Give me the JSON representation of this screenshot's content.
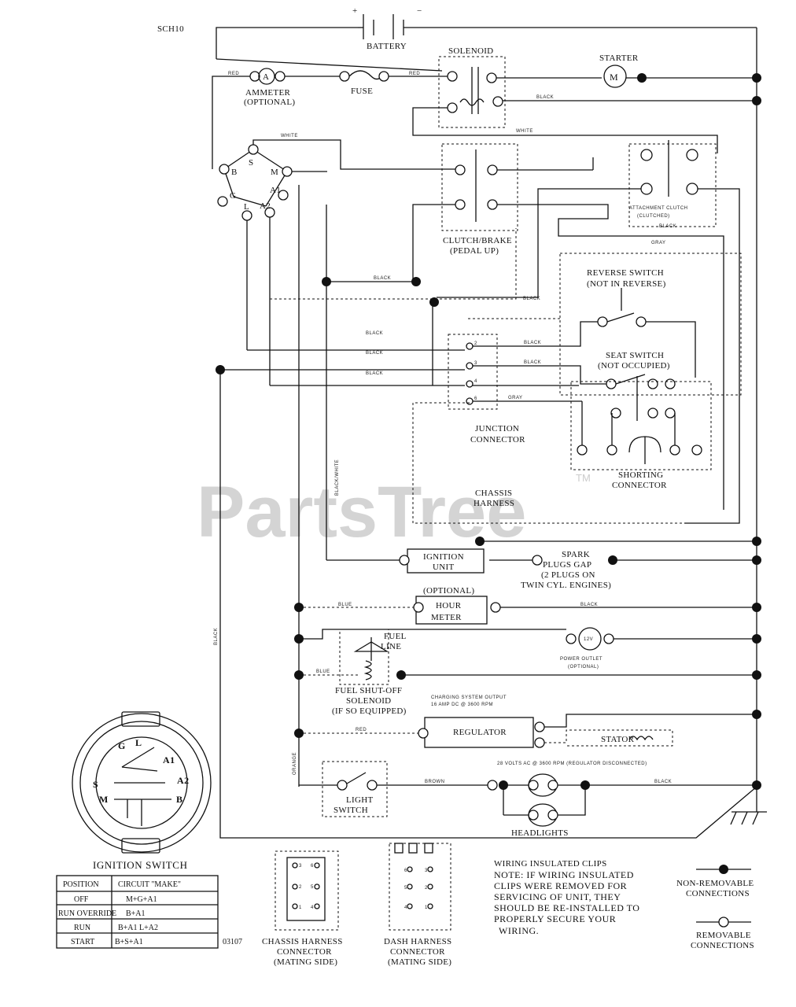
{
  "drawing_id": "SCH10",
  "watermark": {
    "brand": "PartsTree",
    "tm": "TM"
  },
  "components": {
    "battery": "BATTERY",
    "solenoid": "SOLENOID",
    "starter": "STARTER",
    "ammeter": [
      "AMMETER",
      "(OPTIONAL)"
    ],
    "fuse": "FUSE",
    "attachment_clutch": [
      "ATTACHMENT CLUTCH",
      "(CLUTCHED)"
    ],
    "clutch_brake": [
      "CLUTCH/BRAKE",
      "(PEDAL UP)"
    ],
    "reverse_switch": [
      "REVERSE SWITCH",
      "(NOT IN REVERSE)"
    ],
    "seat_switch": [
      "SEAT SWITCH",
      "(NOT OCCUPIED)"
    ],
    "junction_connector": [
      "JUNCTION",
      "CONNECTOR"
    ],
    "shorting_connector": [
      "SHORTING",
      "CONNECTOR"
    ],
    "chassis_harness": [
      "CHASSIS",
      "HARNESS"
    ],
    "ignition_unit": [
      "IGNITION",
      "UNIT"
    ],
    "spark_plugs": [
      "SPARK",
      "PLUGS GAP",
      "(2 PLUGS ON",
      "TWIN CYL. ENGINES)"
    ],
    "hour_meter": [
      "(OPTIONAL)",
      "HOUR",
      "METER"
    ],
    "fuel_line": [
      "FUEL",
      "LINE"
    ],
    "power_outlet": [
      "POWER OUTLET",
      "(OPTIONAL)"
    ],
    "power_outlet_rating": "12V",
    "fuel_shutoff": [
      "FUEL SHUT-OFF",
      "SOLENOID",
      "(IF SO EQUIPPED)"
    ],
    "charging_output": [
      "CHARGING SYSTEM OUTPUT",
      "16 AMP DC @ 3600 RPM"
    ],
    "regulator": "REGULATOR",
    "stator": "STATOR",
    "stator_spec": "28 VOLTS AC @ 3600 RPM (REGULATOR DISCONNECTED)",
    "light_switch": [
      "LIGHT",
      "SWITCH"
    ],
    "headlights": "HEADLIGHTS"
  },
  "wire_colors": {
    "red": "RED",
    "black": "BLACK",
    "white": "WHITE",
    "gray": "GRAY",
    "blue": "BLUE",
    "orange": "ORANGE",
    "brown": "BROWN",
    "black_white": "BLACK/WHITE"
  },
  "ignition_switch_terminals": {
    "S": "S",
    "M": "M",
    "B": "B",
    "G": "G",
    "L": "L",
    "A1": "A1",
    "A2": "A2"
  },
  "junction_pins": [
    "2",
    "3",
    "4",
    "6"
  ],
  "ignition_switch": {
    "title": "IGNITION SWITCH",
    "headers": [
      "POSITION",
      "CIRCUIT   \"MAKE\""
    ],
    "rows": [
      [
        "OFF",
        "M+G+A1"
      ],
      [
        "RUN OVERRIDE",
        "B+A1"
      ],
      [
        "RUN",
        "B+A1        L+A2"
      ],
      [
        "START",
        "B+S+A1"
      ]
    ],
    "code": "03107"
  },
  "chassis_connector": {
    "label": [
      "CHASSIS HARNESS",
      "CONNECTOR",
      "(MATING SIDE)"
    ],
    "pins": [
      "1",
      "2",
      "3",
      "4",
      "5",
      "6"
    ]
  },
  "dash_connector": {
    "label": [
      "DASH HARNESS",
      "CONNECTOR",
      "(MATING SIDE)"
    ],
    "pins": [
      "1",
      "2",
      "3",
      "4",
      "5",
      "6"
    ]
  },
  "note": [
    "WIRING INSULATED CLIPS",
    "NOTE: IF WIRING INSULATED",
    "CLIPS WERE REMOVED FOR",
    "SERVICING OF UNIT, THEY",
    "SHOULD BE RE-INSTALLED TO",
    "PROPERLY SECURE YOUR",
    "WIRING."
  ],
  "legend": {
    "non_removable": [
      "NON-REMOVABLE",
      "CONNECTIONS"
    ],
    "removable": [
      "REMOVABLE",
      "CONNECTIONS"
    ]
  }
}
